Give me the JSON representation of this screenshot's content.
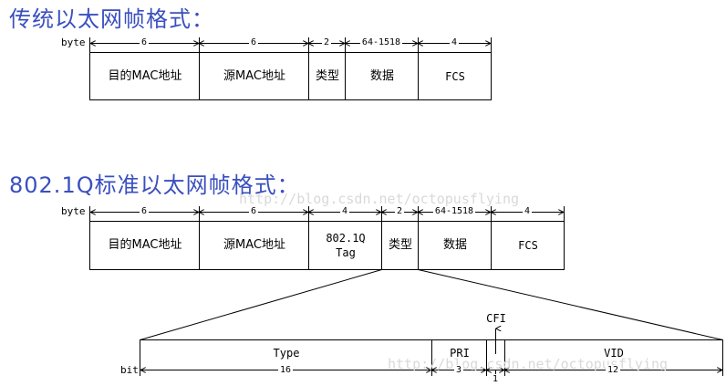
{
  "standard": {
    "title": "传统以太网帧格式：",
    "unit": "byte",
    "sizes": [
      "6",
      "6",
      "2",
      "64-1518",
      "4"
    ],
    "fields": [
      "目的MAC地址",
      "源MAC地址",
      "类型",
      "数据",
      "FCS"
    ]
  },
  "dot1q": {
    "title": "802.1Q标准以太网帧格式：",
    "unit": "byte",
    "sizes": [
      "6",
      "6",
      "4",
      "2",
      "64-1518",
      "4"
    ],
    "fields": [
      "目的MAC地址",
      "源MAC地址",
      "802.1Q\nTag",
      "类型",
      "数据",
      "FCS"
    ]
  },
  "tag": {
    "unit": "bit",
    "fields": [
      "Type",
      "PRI",
      "VID"
    ],
    "cfi_label": "CFI",
    "sizes": [
      "16",
      "3",
      "1",
      "12"
    ]
  },
  "watermark": "http://blog.csdn.net/octopusflying"
}
